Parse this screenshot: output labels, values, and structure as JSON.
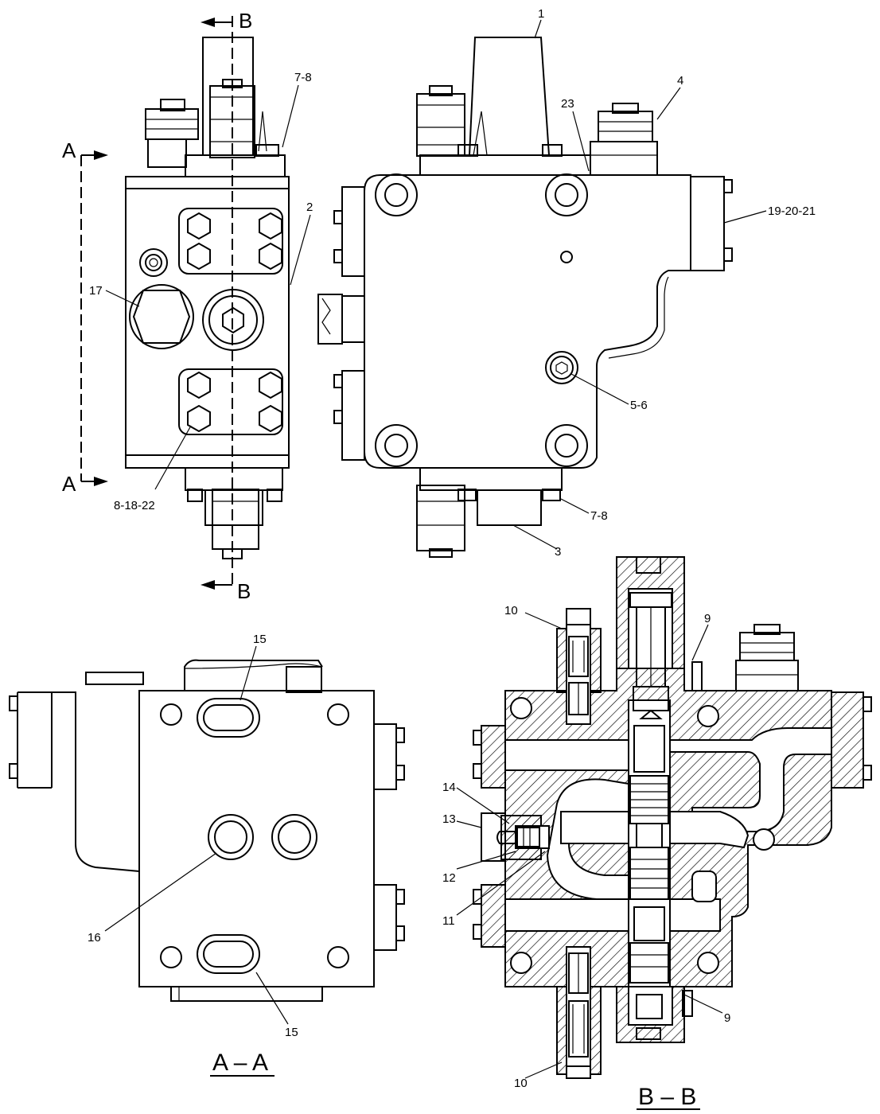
{
  "views": {
    "side_view": {
      "section_marks": {
        "a_top": "A",
        "a_bottom": "A",
        "b_top": "B",
        "b_bottom": "B"
      }
    },
    "section_aa": {
      "title": "A – A"
    },
    "section_bb": {
      "title": "B – B"
    }
  },
  "callouts": {
    "c1": "1",
    "c2": "2",
    "c3": "3",
    "c4": "4",
    "c5_6": "5-6",
    "c7_8_top": "7-8",
    "c7_8_bottom": "7-8",
    "c8_18_22": "8-18-22",
    "c9_top": "9",
    "c9_bottom": "9",
    "c10_top": "10",
    "c10_bottom": "10",
    "c11": "11",
    "c12": "12",
    "c13": "13",
    "c14": "14",
    "c15_top": "15",
    "c15_bottom": "15",
    "c16": "16",
    "c17": "17",
    "c19_20_21": "19-20-21",
    "c23": "23"
  }
}
